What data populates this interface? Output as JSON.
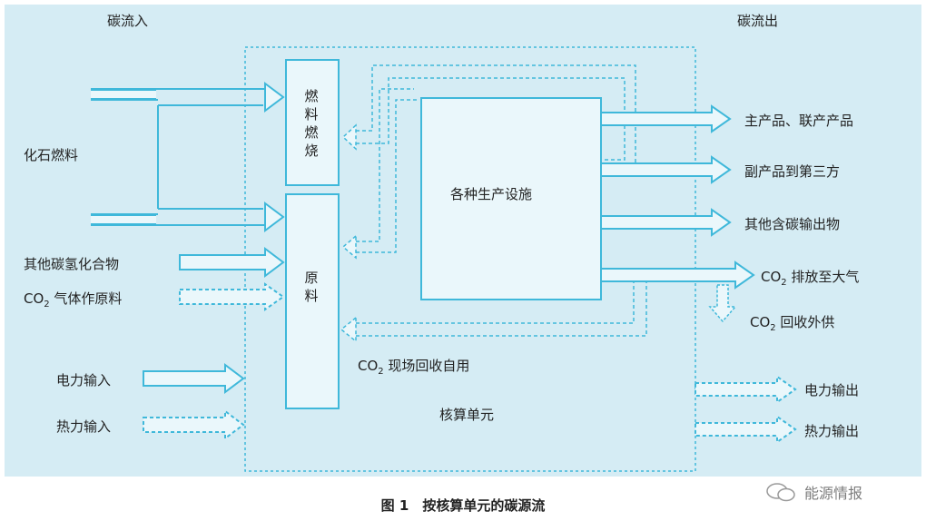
{
  "diagram": {
    "header_in": "碳流入",
    "header_out": "碳流出",
    "boxes": {
      "fuel_burning": "燃料燃烧",
      "raw_material": "原料",
      "production_facilities": "各种生产设施",
      "accounting_unit": "核算单元"
    },
    "inputs": {
      "fossil_fuel": "化石燃料",
      "other_carbon_compounds": "其他碳氢化合物",
      "co2_feedstock_prefix": "CO",
      "co2_feedstock_sub": "2",
      "co2_feedstock_suffix": " 气体作原料",
      "power_in": "电力输入",
      "heat_in": "热力输入"
    },
    "outputs": {
      "main_products": "主产品、联产产品",
      "byproducts": "副产品到第三方",
      "other_carbon_outputs": "其他含碳输出物",
      "co2_emit_prefix": "CO",
      "co2_emit_sub": "2",
      "co2_emit_suffix": " 排放至大气",
      "co2_recovery_prefix": "CO",
      "co2_recovery_sub": "2",
      "co2_recovery_suffix": " 回收外供",
      "power_out": "电力输出",
      "heat_out": "热力输出"
    },
    "recycle": {
      "co2_onsite_prefix": "CO",
      "co2_onsite_sub": "2",
      "co2_onsite_suffix": " 现场回收自用"
    },
    "caption": "图 1　按核算单元的碳源流",
    "watermark": "能源情报",
    "colors": {
      "panel": "#d5ecf4",
      "line": "#3fb8da",
      "box_fill": "#eaf7fb",
      "text": "#222222"
    }
  }
}
